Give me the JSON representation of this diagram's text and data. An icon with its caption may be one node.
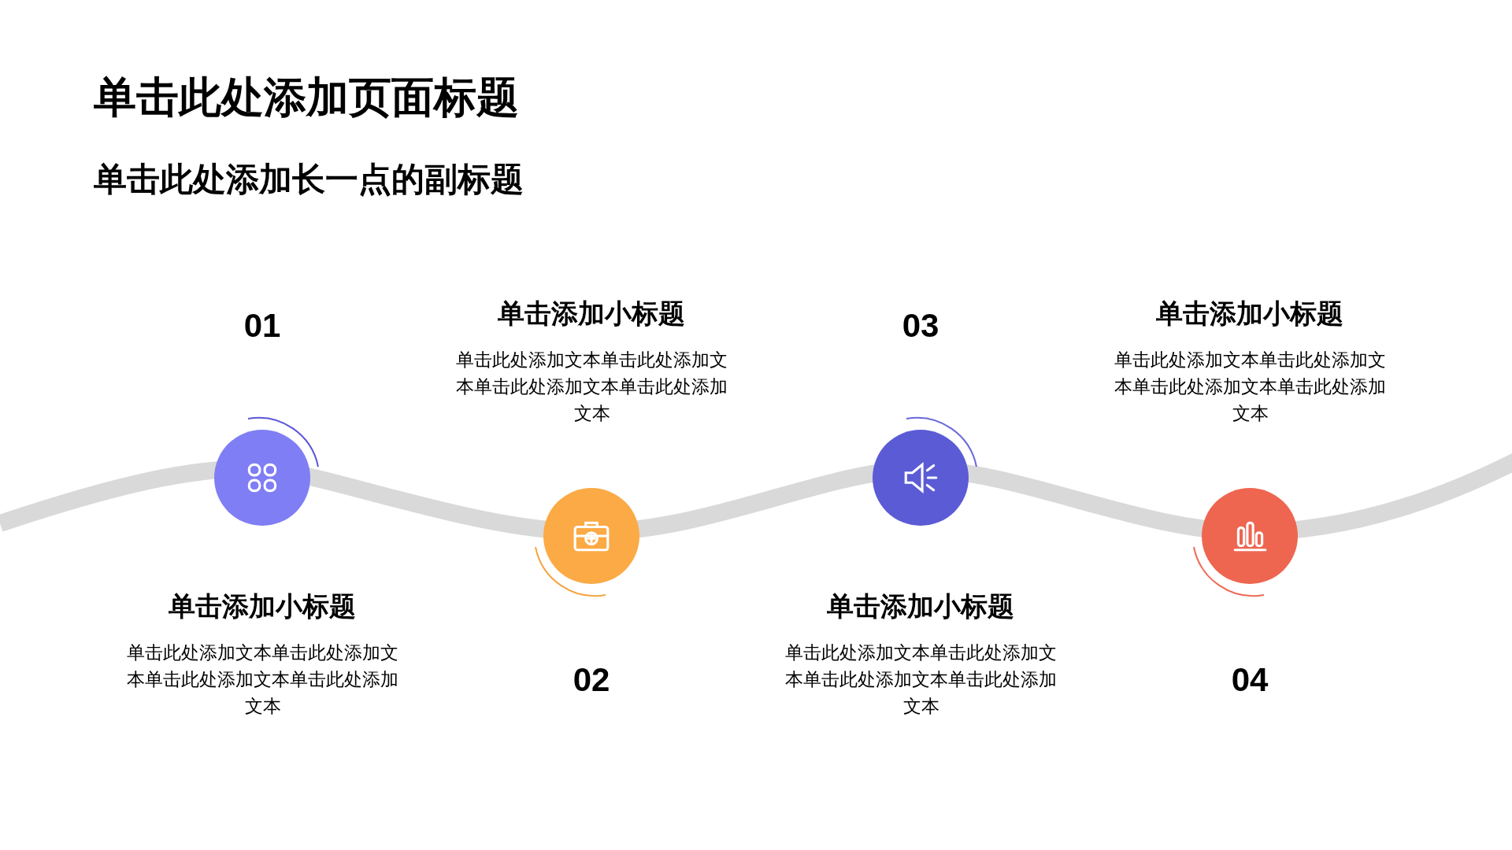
{
  "diagram": {
    "title": "单击此处添加页面标题",
    "nodes": [
      {
        "text": [],
        "shape": "circle",
        "beside": [
          "01",
          "单击添加小标题",
          "单击此处添加文本单击此处添加文本单击此处添加文本单击此处添加文本"
        ]
      },
      {
        "text": [],
        "shape": "circle",
        "beside": [
          "02",
          "单击添加小标题",
          "单击此处添加文本单击此处添加文本单击此处添加文本单击此处添加文本"
        ]
      },
      {
        "text": [],
        "shape": "circle",
        "beside": [
          "03",
          "单击添加小标题",
          "单击此处添加文本单击此处添加文本单击此处添加文本单击此处添加文本"
        ]
      },
      {
        "text": [],
        "shape": "circle",
        "beside": [
          "04",
          "单击添加小标题",
          "单击此处添加文本单击此处添加文本单击此处添加文本单击此处添加文本"
        ]
      }
    ],
    "labels": [
      "单击此处添加长一点的副标题"
    ]
  }
}
